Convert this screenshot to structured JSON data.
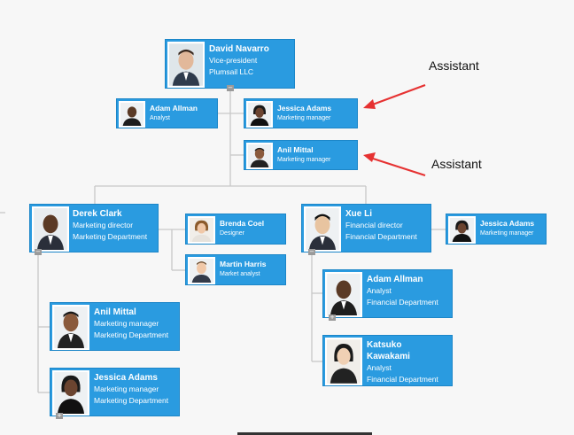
{
  "nodes": {
    "david_navarro": {
      "name": "David Navarro",
      "lines": [
        "Vice-president",
        "Plumsail LLC"
      ]
    },
    "adam_allman_top": {
      "name": "Adam Allman",
      "lines": [
        "Analyst"
      ]
    },
    "jessica_adams_top": {
      "name": "Jessica Adams",
      "lines": [
        "Marketing manager"
      ]
    },
    "anil_mittal_top": {
      "name": "Anil Mittal",
      "lines": [
        "Marketing manager"
      ]
    },
    "derek_clark": {
      "name": "Derek Clark",
      "lines": [
        "Marketing director",
        "Marketing Department"
      ]
    },
    "brenda_coel": {
      "name": "Brenda Coel",
      "lines": [
        "Designer"
      ]
    },
    "martin_harris": {
      "name": "Martin Harris",
      "lines": [
        "Market analyst"
      ]
    },
    "xue_li": {
      "name": "Xue Li",
      "lines": [
        "Financial director",
        "Financial Department"
      ]
    },
    "jessica_adams_right": {
      "name": "Jessica Adams",
      "lines": [
        "Marketing manager"
      ]
    },
    "adam_allman_fin": {
      "name": "Adam Allman",
      "lines": [
        "Analyst",
        "Financial Department"
      ]
    },
    "katsuko_kawakami": {
      "name": "Katsuko Kawakami",
      "name_lines": [
        "Katsuko",
        "Kawakami"
      ],
      "lines": [
        "Analyst",
        "Financial Department"
      ]
    },
    "anil_mittal_mkt": {
      "name": "Anil Mittal",
      "lines": [
        "Marketing manager",
        "Marketing Department"
      ]
    },
    "jessica_adams_mkt": {
      "name": "Jessica Adams",
      "lines": [
        "Marketing manager",
        "Marketing Department"
      ]
    }
  },
  "annotations": {
    "assistant_1": "Assistant",
    "assistant_2": "Assistant"
  },
  "toggles": {
    "collapse": "−",
    "expand": "+"
  },
  "colors": {
    "card": "#2a9be0",
    "connector": "#c8c8c8",
    "arrow": "#e63232",
    "toggle": "#9a9a9a"
  },
  "icons": {
    "avatar": "person-photo-icon",
    "toggle": "collapse-toggle-icon"
  }
}
